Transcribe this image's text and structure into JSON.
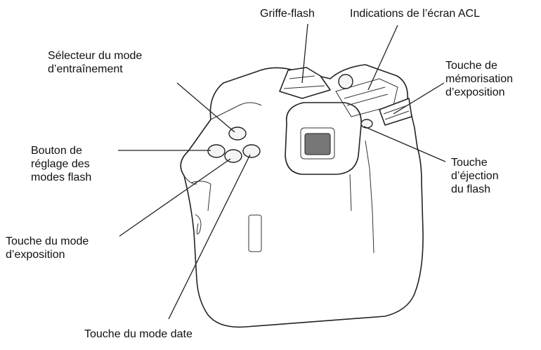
{
  "labels": {
    "hot_shoe": "Griffe-flash",
    "lcd": "Indications de l’écran ACL",
    "drive_mode": [
      "Sélecteur du mode",
      "d’entraînement"
    ],
    "ae_lock": [
      "Touche de",
      "mémorisation",
      "d’exposition"
    ],
    "flash_mode": [
      "Bouton de",
      "réglage des",
      "modes flash"
    ],
    "flash_popup": [
      "Touche",
      "d’éjection",
      "du flash"
    ],
    "exposure_mode": [
      "Touche du mode",
      "d’exposition"
    ],
    "date_mode": "Touche du mode date"
  }
}
